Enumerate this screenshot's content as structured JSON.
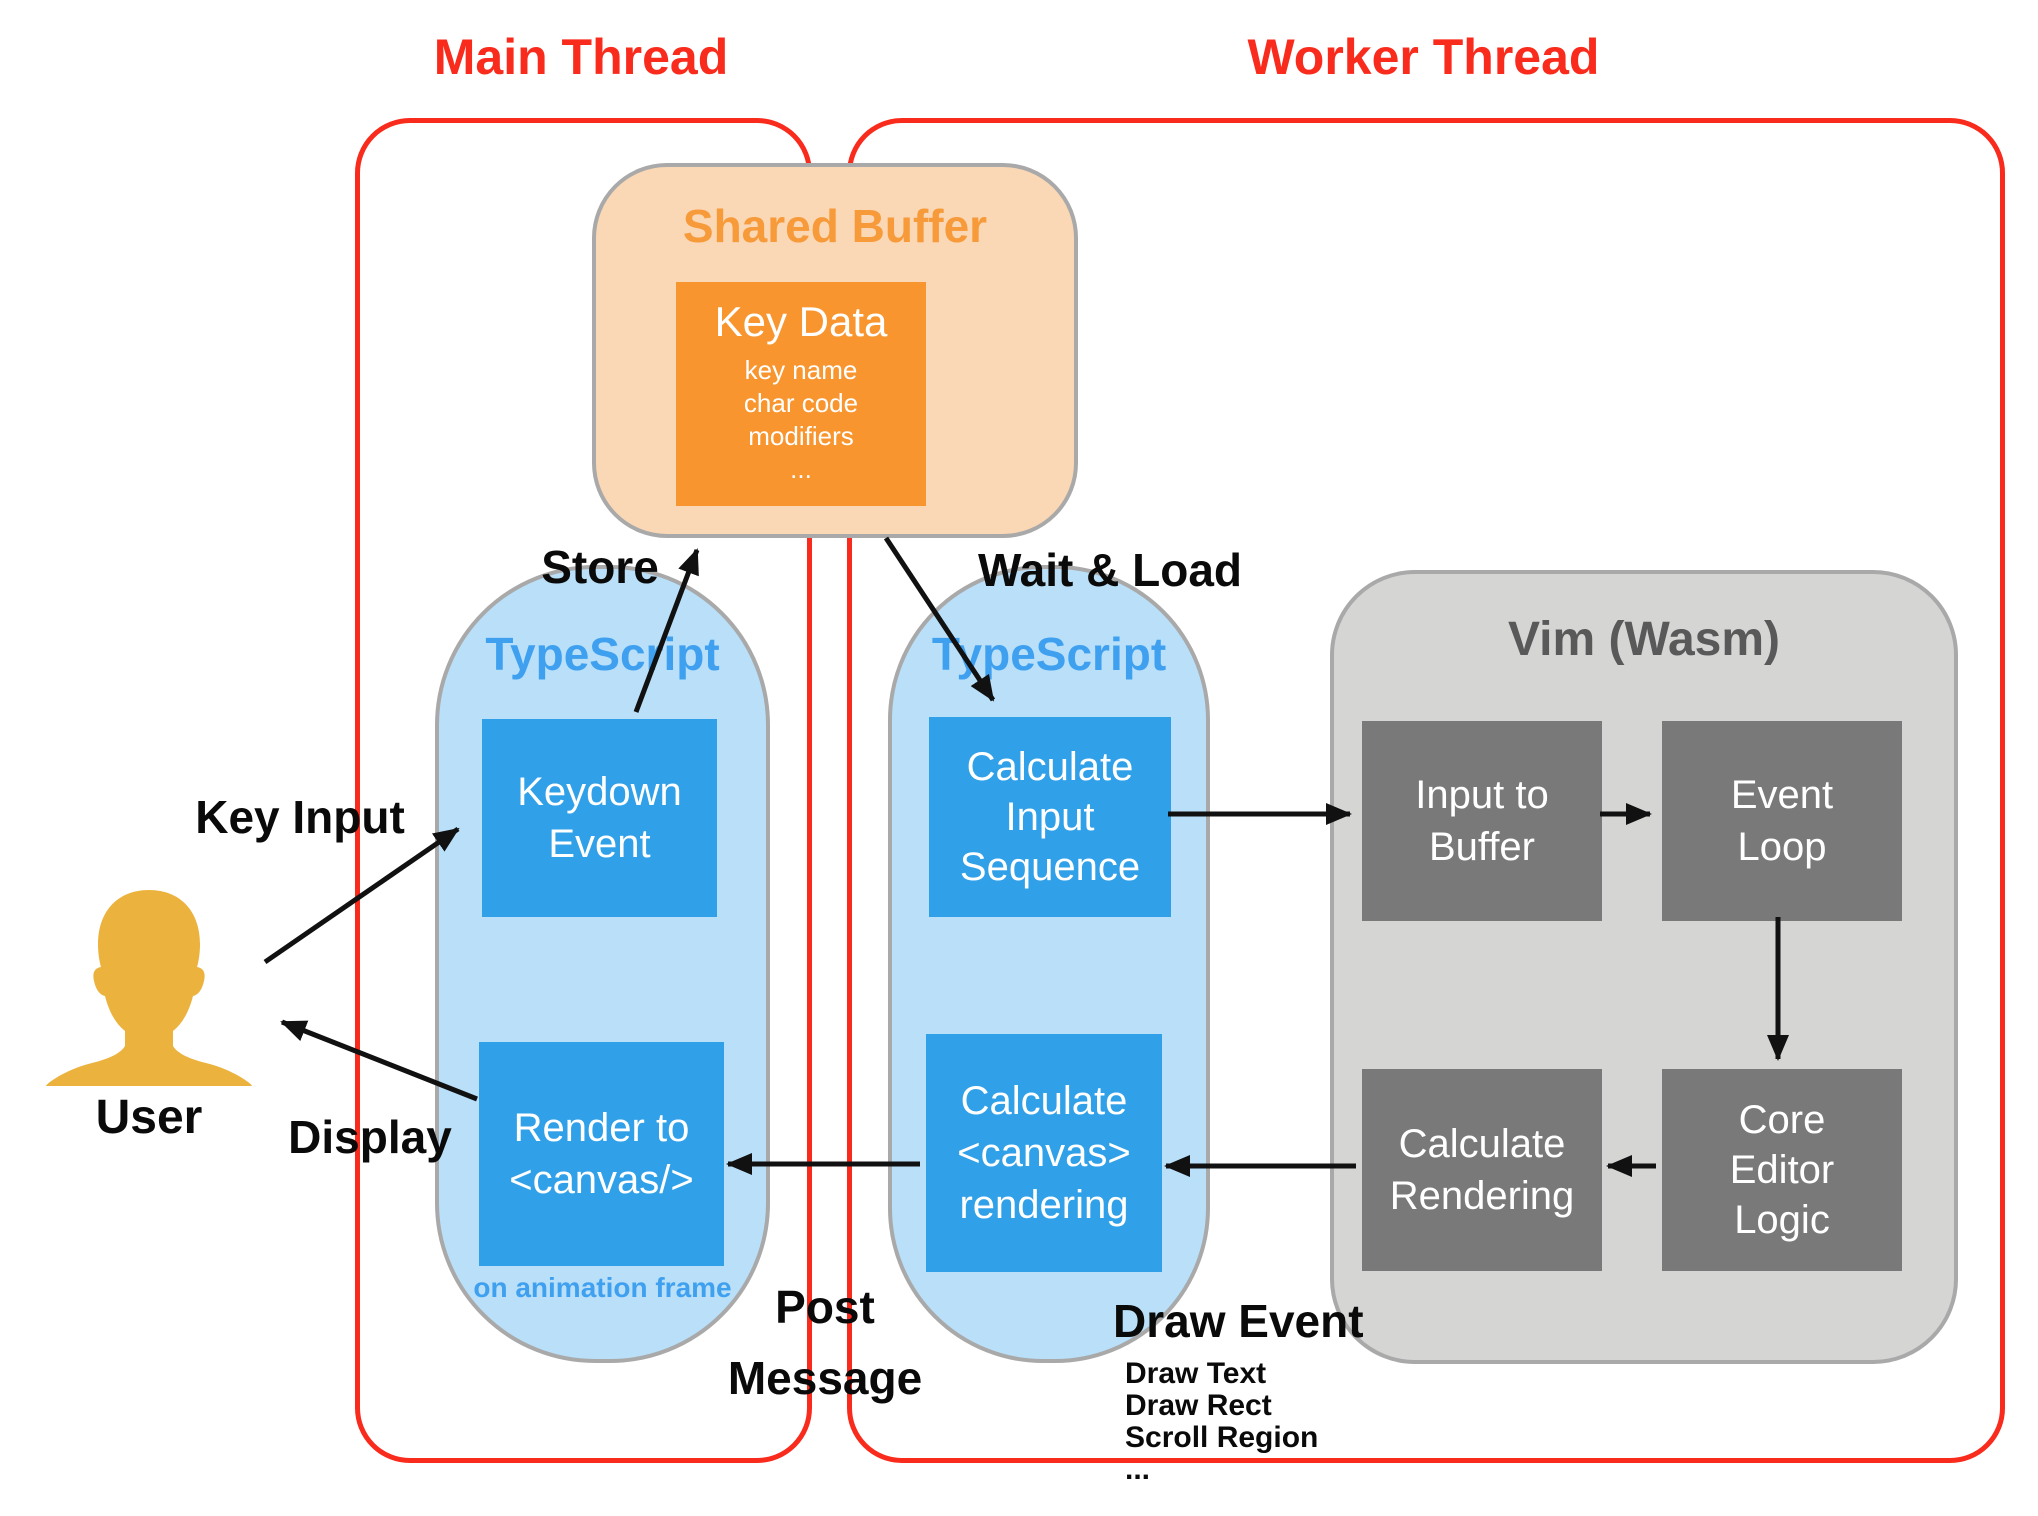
{
  "colors": {
    "thread_outline_red": "#F92B1C",
    "shared_buffer_fill": "#FAD7B5",
    "shared_buffer_title_orange": "#F79A3A",
    "key_data_orange": "#F8952E",
    "pill_light_blue": "#B9DFF9",
    "typescript_blue": "#3FA0F0",
    "process_box_blue": "#30A0E8",
    "vim_container_gray": "#D5D5D4",
    "vim_dark_box_gray": "#797979",
    "vim_title_gray": "#595959",
    "border_gray": "#A9A9A9",
    "user_gold": "#EBB23D",
    "arrow_black": "#111111"
  },
  "icons": {
    "user": "user-silhouette-icon"
  },
  "threads": {
    "main": {
      "title": "Main Thread"
    },
    "worker": {
      "title": "Worker Thread"
    }
  },
  "shared_buffer": {
    "title": "Shared Buffer",
    "key_data": {
      "title": "Key Data",
      "items": [
        "key name",
        "char code",
        "modifiers",
        "..."
      ]
    }
  },
  "labels": {
    "store": "Store",
    "wait_load": "Wait & Load",
    "key_input": "Key Input",
    "display": "Display",
    "user": "User",
    "post_line1": "Post",
    "post_line2": "Message"
  },
  "main_pill": {
    "title": "TypeScript",
    "keydown": {
      "lines": [
        "Keydown",
        "Event"
      ]
    },
    "render": {
      "lines": [
        "Render to",
        "<canvas/>"
      ]
    },
    "note": "on animation frame"
  },
  "worker_pill": {
    "title": "TypeScript",
    "calc_input": {
      "lines": [
        "Calculate",
        "Input",
        "Sequence"
      ]
    },
    "calc_canvas": {
      "lines": [
        "Calculate",
        "<canvas>",
        "rendering"
      ]
    }
  },
  "vim": {
    "title": "Vim (Wasm)",
    "input_to_buffer": {
      "lines": [
        "Input to",
        "Buffer"
      ]
    },
    "event_loop": {
      "lines": [
        "Event",
        "Loop"
      ]
    },
    "core_editor": {
      "lines": [
        "Core",
        "Editor",
        "Logic"
      ]
    },
    "calc_rendering": {
      "lines": [
        "Calculate",
        "Rendering"
      ]
    }
  },
  "draw_event": {
    "title": "Draw Event",
    "items": [
      "Draw Text",
      "Draw Rect",
      "Scroll Region",
      "..."
    ]
  }
}
